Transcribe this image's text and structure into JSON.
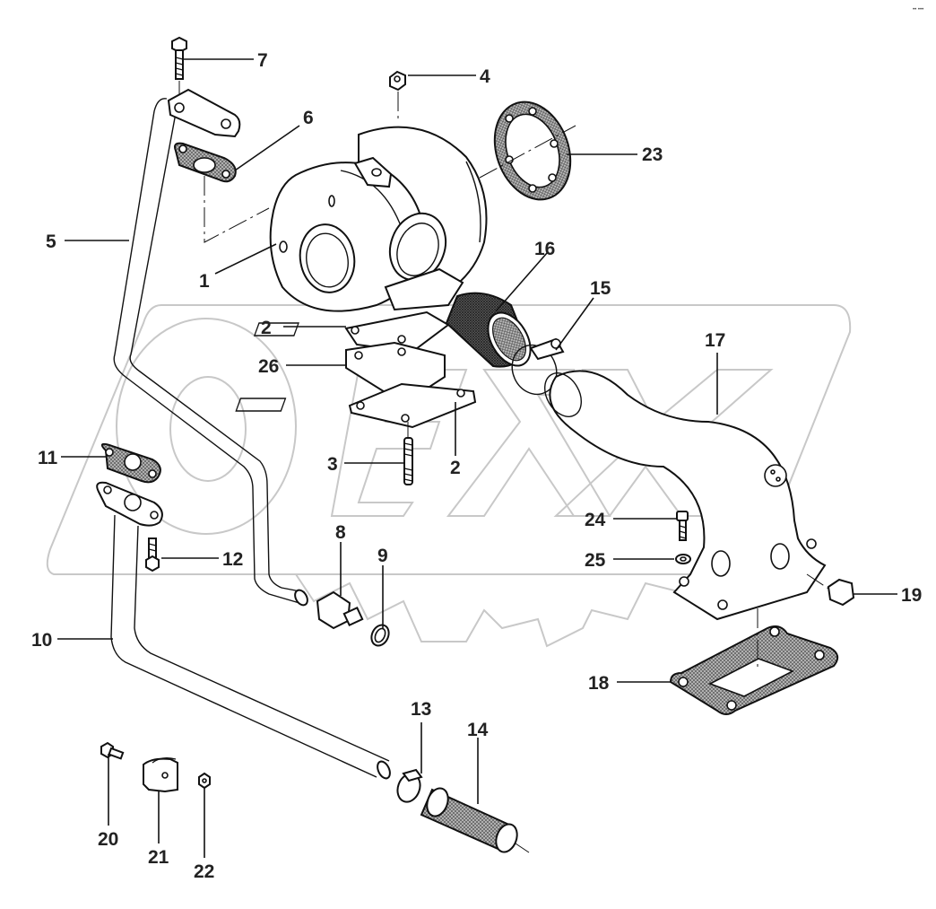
{
  "diagram": {
    "title": "Turbocharger assembly exploded view",
    "watermark_text": "OPEX",
    "corner_mark": "•• •••",
    "colors": {
      "line": "#111111",
      "watermark": "#c8c8c8",
      "label": "#222222",
      "background": "#ffffff"
    },
    "callouts": [
      {
        "id": "c1",
        "label": "1",
        "part": "turbocharger"
      },
      {
        "id": "c2a",
        "label": "2",
        "part": "gasket (upper)"
      },
      {
        "id": "c2b",
        "label": "2",
        "part": "gasket (lower)"
      },
      {
        "id": "c3",
        "label": "3",
        "part": "stud"
      },
      {
        "id": "c4",
        "label": "4",
        "part": "nut"
      },
      {
        "id": "c5",
        "label": "5",
        "part": "oil feed pipe"
      },
      {
        "id": "c6",
        "label": "6",
        "part": "gasket (oil feed)"
      },
      {
        "id": "c7",
        "label": "7",
        "part": "bolt"
      },
      {
        "id": "c8",
        "label": "8",
        "part": "union fitting"
      },
      {
        "id": "c9",
        "label": "9",
        "part": "sealing washer"
      },
      {
        "id": "c10",
        "label": "10",
        "part": "oil return pipe"
      },
      {
        "id": "c11",
        "label": "11",
        "part": "gasket (oil return)"
      },
      {
        "id": "c12",
        "label": "12",
        "part": "bolt"
      },
      {
        "id": "c13",
        "label": "13",
        "part": "hose clamp"
      },
      {
        "id": "c14",
        "label": "14",
        "part": "hose"
      },
      {
        "id": "c15",
        "label": "15",
        "part": "hose clamp"
      },
      {
        "id": "c16",
        "label": "16",
        "part": "hose"
      },
      {
        "id": "c17",
        "label": "17",
        "part": "intake elbow"
      },
      {
        "id": "c18",
        "label": "18",
        "part": "gasket (elbow flange)"
      },
      {
        "id": "c19",
        "label": "19",
        "part": "plug"
      },
      {
        "id": "c20",
        "label": "20",
        "part": "bolt"
      },
      {
        "id": "c21",
        "label": "21",
        "part": "clip bracket"
      },
      {
        "id": "c22",
        "label": "22",
        "part": "nut"
      },
      {
        "id": "c23",
        "label": "23",
        "part": "gasket (turbine outlet)"
      },
      {
        "id": "c24",
        "label": "24",
        "part": "bolt"
      },
      {
        "id": "c25",
        "label": "25",
        "part": "washer"
      },
      {
        "id": "c26",
        "label": "26",
        "part": "spacer"
      }
    ]
  }
}
